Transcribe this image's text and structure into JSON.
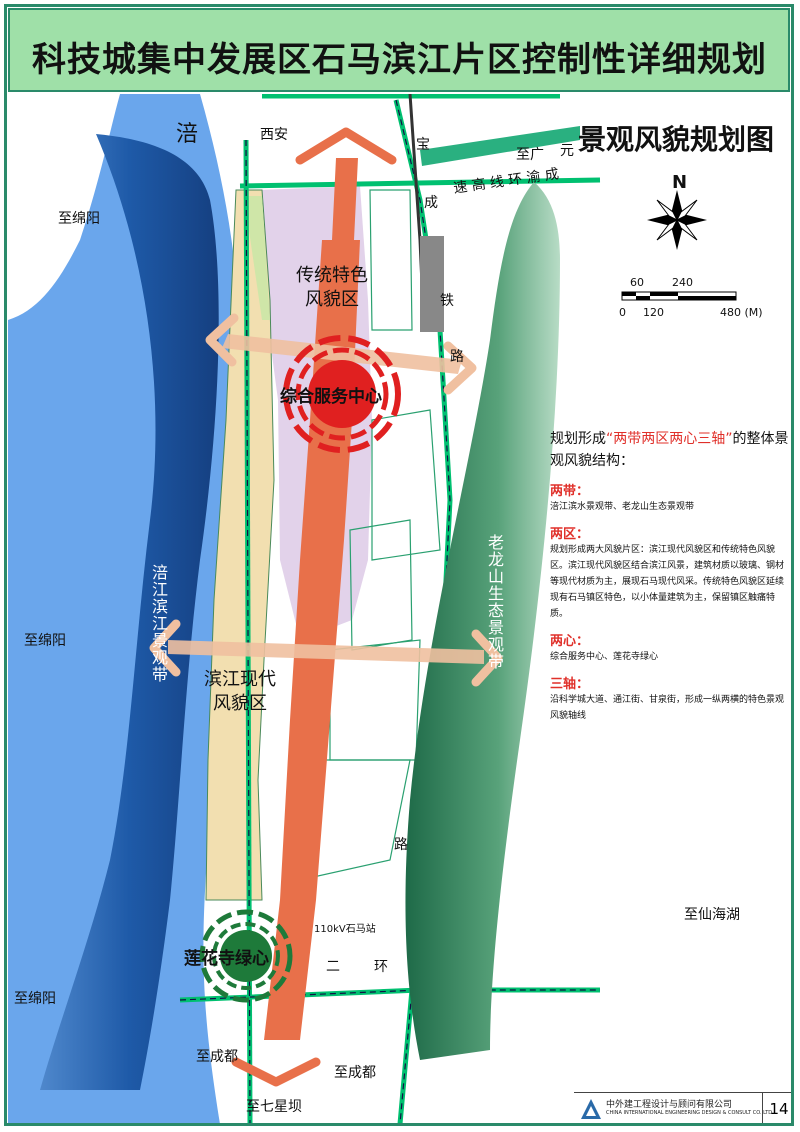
{
  "header": {
    "title": "科技城集中发展区石马滨江片区控制性详细规划"
  },
  "map_title": "景观风貌规划图",
  "compass": {
    "label": "N"
  },
  "scale": {
    "top_labels": [
      "60",
      "240"
    ],
    "bottom_labels": [
      "0",
      "120",
      "480 (M)"
    ]
  },
  "zones": {
    "traditional": [
      "传统特色",
      "风貌区"
    ],
    "riverside": [
      "滨江现代",
      "风貌区"
    ],
    "service_center": "综合服务中心",
    "lotus_center": "莲花寺绿心"
  },
  "belts": {
    "river": "涪江滨江景观带",
    "mountain": "老龙山生态景观带"
  },
  "place_labels": {
    "fu": "涪",
    "xian": "西安",
    "bao": "宝",
    "zhi_guang": "至广",
    "yuan": "元",
    "cheng_top": "成",
    "highway": "速 高 线 环 渝 成",
    "tie": "铁",
    "lu_east": "路",
    "to_mianyang_1": "至绵阳",
    "to_mianyang_2": "至绵阳",
    "to_mianyang_3": "至绵阳",
    "road_lu": "路",
    "substation": "110kV石马站",
    "er": "二",
    "huan": "环",
    "to_xianhai": "至仙海湖",
    "to_chengdu_1": "至成都",
    "to_chengdu_2": "至成都",
    "to_qixingba": "至七星坝"
  },
  "legend": {
    "intro_a": "规划形成",
    "intro_hl": "“两带两区两心三轴”",
    "intro_b": "的整体景观风貌结构：",
    "sections": [
      {
        "head": "两带：",
        "body": "涪江滨水景观带、老龙山生态景观带"
      },
      {
        "head": "两区：",
        "body": "规划形成两大风貌片区：滨江现代风貌区和传统特色风貌区。滨江现代风貌区结合滨江风景，建筑材质以玻璃、钢材等现代材质为主，展现石马现代风采。传统特色风貌区延续现有石马镇区特色，以小体量建筑为主，保留镇区触痛特质。"
      },
      {
        "head": "两心：",
        "body": "综合服务中心、莲花寺绿心"
      },
      {
        "head": "三轴：",
        "body": "沿科学城大道、通江街、甘泉街，形成一纵两横的特色景观风貌轴线"
      }
    ]
  },
  "footer": {
    "company_cn": "中外建工程设计与顾问有限公司",
    "company_en": "CHINA INTERNATIONAL ENGINEERING DESIGN & CONSULT CO.,LTD",
    "page": "14"
  },
  "colors": {
    "river": "#1e5aa8",
    "water": "#5fa0e8",
    "greenbelt": "#2e8a5a",
    "axis": "#e8704a",
    "center_red": "#e02020",
    "green_center": "#1e7a3a",
    "frame": "#2a8a6a"
  }
}
